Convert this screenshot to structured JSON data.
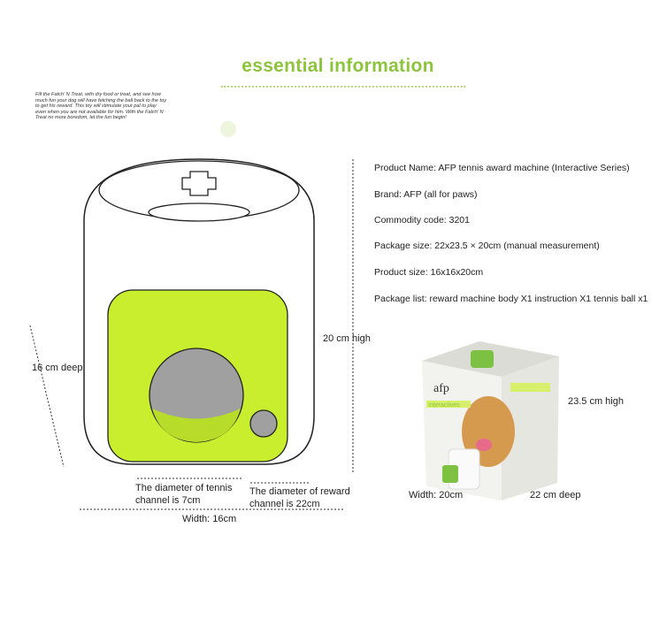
{
  "title": "essential information",
  "blurb": "Fill the Fatch' N Treat, with dry food or treat, and see how much fun your dog will have fetching the ball back to the toy to get his reward. This toy will stimulate your pal to play even when you are not available for him. With the Fatch' N Treat no more boredom, let the fun begin!",
  "specs": [
    "Product Name: AFP tennis award machine (Interactive Series)",
    "Brand: AFP (all for paws)",
    "Commodity code: 3201",
    "Package size: 22x23.5 × 20cm (manual measurement)",
    "Product size: 16x16x20cm",
    "Package list: reward machine body X1 instruction X1 tennis ball x1"
  ],
  "diagram": {
    "depth_label": "16 cm deep",
    "height_label": "20 cm high",
    "width_label": "Width: 16cm",
    "tennis_channel_label": "The diameter of tennis channel is 7cm",
    "reward_channel_label": "The diameter of reward channel is 22cm"
  },
  "package": {
    "brand_logo": "afp",
    "series_text": "Interactives",
    "height_label": "23.5 cm high",
    "width_label": "Width: 20cm",
    "depth_label": "22 cm deep"
  },
  "colors": {
    "accent": "#8cc43c",
    "lime": "#c8ee2e",
    "grey": "#a0a0a0"
  }
}
